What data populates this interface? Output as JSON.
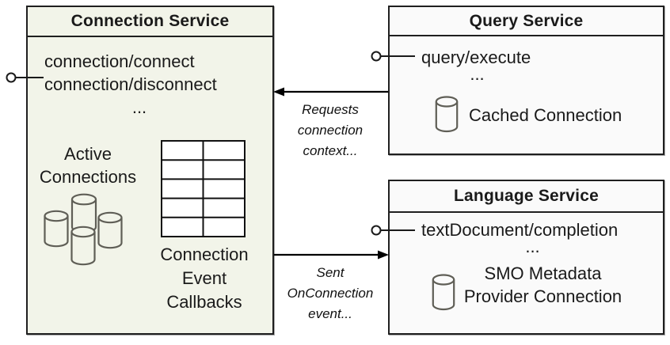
{
  "boxes": {
    "connection_service": {
      "title": "Connection Service",
      "methods": [
        "connection/connect",
        "connection/disconnect"
      ],
      "ellipsis": "...",
      "active_connections_label": [
        "Active",
        "Connections"
      ],
      "callbacks_label": [
        "Connection",
        "Event",
        "Callbacks"
      ],
      "fill": "#f2f4e9"
    },
    "query_service": {
      "title": "Query Service",
      "methods": [
        "query/execute"
      ],
      "ellipsis": "...",
      "cached_connection_label": "Cached Connection",
      "fill": "#fafafa"
    },
    "language_service": {
      "title": "Language Service",
      "methods": [
        "textDocument/completion"
      ],
      "ellipsis": "...",
      "connection_label": [
        "SMO Metadata",
        "Provider Connection"
      ],
      "fill": "#fafafa"
    }
  },
  "arrows": {
    "requests_connection_context": {
      "label_lines": [
        "Requests",
        "connection",
        "context..."
      ],
      "direction": "query-service-to-connection-service"
    },
    "sent_onconnection_event": {
      "label_lines": [
        "Sent",
        "OnConnection",
        "event..."
      ],
      "direction": "connection-service-to-language-service"
    }
  },
  "icons": {
    "database_cluster": "four-database-cylinders",
    "database": "database-cylinder",
    "callback_table": "two-column-five-row-grid",
    "interface": "lollipop-interface-connector"
  },
  "colors": {
    "connection_service_fill": "#f2f4e9",
    "service_fill": "#fafafa",
    "border": "#1f1f1f",
    "line": "#000000",
    "cylinder_stroke": "#5f5e56",
    "text": "#1a1a1a"
  }
}
